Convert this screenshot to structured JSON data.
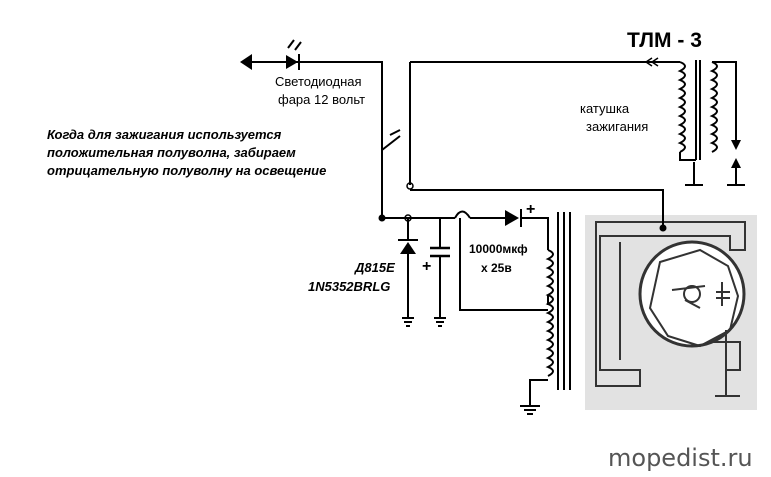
{
  "title": "ТЛМ - 3",
  "labels": {
    "led_line1": "Светодиодная",
    "led_line2": "фара 12 вольт",
    "coil_line1": "катушка",
    "coil_line2": "зажигания",
    "note_line1": "Когда для зажигания используется",
    "note_line2": "положительная полуволна, забираем",
    "note_line3": "отрицательную полуволну на освещение",
    "zener_line1": "Д815Е",
    "zener_line2": "1N5352BRLG",
    "cap_line1": "10000мкф",
    "cap_line2": "x 25в",
    "plus": "+"
  },
  "watermark": "mopedist.ru",
  "colors": {
    "wire": "#000000",
    "stator_bg": "#e2e2e2",
    "stator_line": "#333333",
    "watermark": "#555555"
  }
}
